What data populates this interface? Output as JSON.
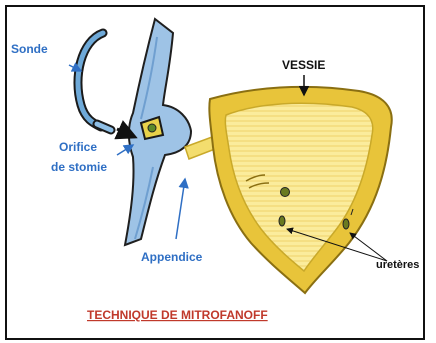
{
  "labels": {
    "sonde": "Sonde",
    "orifice_line1": "Orifice",
    "orifice_line2": "de stomie",
    "vessie": "VESSIE",
    "appendice": "Appendice",
    "ureteres": "uretères"
  },
  "caption": "TECHNIQUE DE MITROFANOFF",
  "colors": {
    "label_blue": "#2f6fc4",
    "caption_red": "#c0392b",
    "bladder_fill": "#fbec9c",
    "bladder_wall": "#e8c43a",
    "abdominal_wall": "#9ec3e6"
  }
}
